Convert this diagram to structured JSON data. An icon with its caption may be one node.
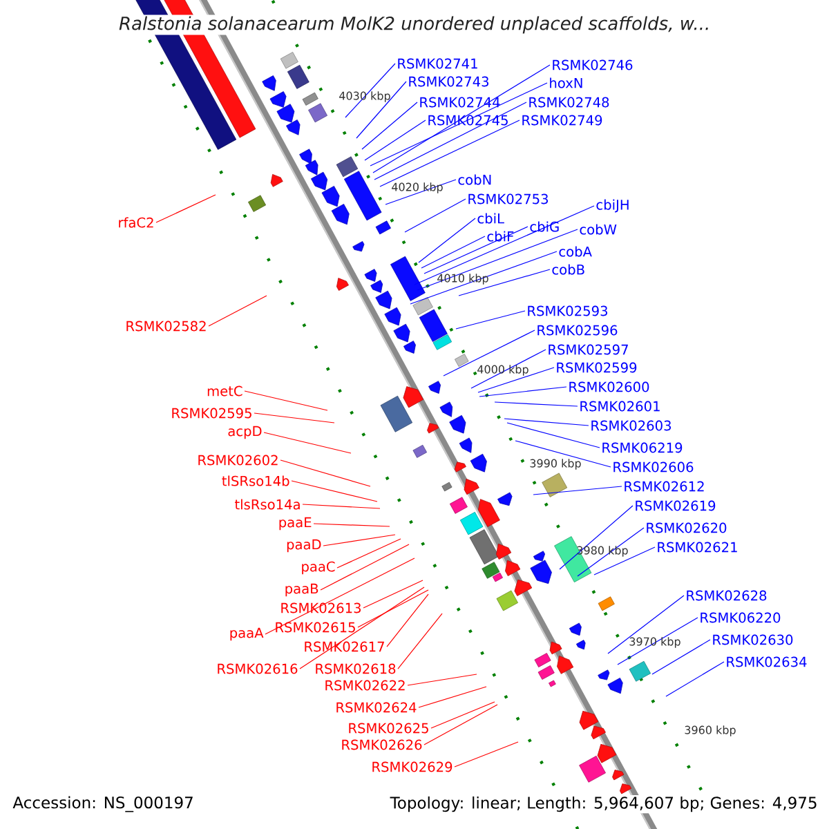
{
  "diagram": {
    "title": "*Ralstonia solanacearum* MolK2 unordered unplaced scaffolds, w...",
    "nodes": [
      {
        "text": [
          "RSMK02741"
        ]
      },
      {
        "text": [
          "RSMK02743"
        ]
      },
      {
        "text": [
          "RSMK02744"
        ]
      },
      {
        "text": [
          "RSMK02745"
        ]
      },
      {
        "text": [
          "RSMK02746"
        ]
      },
      {
        "text": [
          "hoxN"
        ]
      },
      {
        "text": [
          "RSMK02748"
        ]
      },
      {
        "text": [
          "RSMK02749"
        ]
      },
      {
        "text": [
          "cobN"
        ]
      },
      {
        "text": [
          "RSMK02753"
        ]
      },
      {
        "text": [
          "cbiL"
        ]
      },
      {
        "text": [
          "cbiF"
        ]
      },
      {
        "text": [
          "cbiG"
        ]
      },
      {
        "text": [
          "cbiJH"
        ]
      },
      {
        "text": [
          "cobW"
        ]
      },
      {
        "text": [
          "cobA"
        ]
      },
      {
        "text": [
          "cobB"
        ]
      },
      {
        "text": [
          "RSMK02593"
        ]
      },
      {
        "text": [
          "RSMK02596"
        ]
      },
      {
        "text": [
          "RSMK02597"
        ]
      },
      {
        "text": [
          "RSMK02599"
        ]
      },
      {
        "text": [
          "RSMK02600"
        ]
      },
      {
        "text": [
          "RSMK02601"
        ]
      },
      {
        "text": [
          "RSMK02603"
        ]
      },
      {
        "text": [
          "RSMK06219"
        ]
      },
      {
        "text": [
          "RSMK02606"
        ]
      },
      {
        "text": [
          "RSMK02612"
        ]
      },
      {
        "text": [
          "RSMK02619"
        ]
      },
      {
        "text": [
          "RSMK02620"
        ]
      },
      {
        "text": [
          "RSMK02621"
        ]
      },
      {
        "text": [
          "RSMK02628"
        ]
      },
      {
        "text": [
          "RSMK06220"
        ]
      },
      {
        "text": [
          "RSMK02630"
        ]
      },
      {
        "text": [
          "RSMK02634"
        ]
      },
      {
        "text": [
          "rfaC2"
        ]
      },
      {
        "text": [
          "RSMK02582"
        ]
      },
      {
        "text": [
          "metC"
        ]
      },
      {
        "text": [
          "RSMK02595"
        ]
      },
      {
        "text": [
          "acpD"
        ]
      },
      {
        "text": [
          "RSMK02602"
        ]
      },
      {
        "text": [
          "tlSRso14b"
        ]
      },
      {
        "text": [
          "tlsRso14a"
        ]
      },
      {
        "text": [
          "paaE"
        ]
      },
      {
        "text": [
          "paaD"
        ]
      },
      {
        "text": [
          "paaC"
        ]
      },
      {
        "text": [
          "paaB"
        ]
      },
      {
        "text": [
          "RSMK02613"
        ]
      },
      {
        "text": [
          "paaA"
        ]
      },
      {
        "text": [
          "RSMK02615"
        ]
      },
      {
        "text": [
          "RSMK02617"
        ]
      },
      {
        "text": [
          "RSMK02616"
        ]
      },
      {
        "text": [
          "RSMK02618"
        ]
      },
      {
        "text": [
          "RSMK02622"
        ]
      },
      {
        "text": [
          "RSMK02624"
        ]
      },
      {
        "text": [
          "RSMK02625"
        ]
      },
      {
        "text": [
          "RSMK02626"
        ]
      },
      {
        "text": [
          "RSMK02629"
        ]
      }
    ],
    "edges": [
      {
        "from": 0,
        "to": null,
        "arrow": "none"
      },
      {
        "from": 1,
        "to": null,
        "arrow": "none"
      },
      {
        "from": 2,
        "to": null,
        "arrow": "none"
      },
      {
        "from": 3,
        "to": null,
        "arrow": "none"
      },
      {
        "from": 4,
        "to": null,
        "arrow": "none"
      },
      {
        "from": 5,
        "to": null,
        "arrow": "none"
      },
      {
        "from": 6,
        "to": null,
        "arrow": "none"
      },
      {
        "from": 7,
        "to": null,
        "arrow": "none"
      },
      {
        "from": 8,
        "to": null,
        "arrow": "none"
      },
      {
        "from": 9,
        "to": null,
        "arrow": "none"
      },
      {
        "from": 10,
        "to": null,
        "arrow": "none"
      },
      {
        "from": 11,
        "to": null,
        "arrow": "none"
      },
      {
        "from": 12,
        "to": null,
        "arrow": "none"
      },
      {
        "from": 13,
        "to": null,
        "arrow": "none"
      },
      {
        "from": 14,
        "to": null,
        "arrow": "none"
      },
      {
        "from": 15,
        "to": null,
        "arrow": "none"
      },
      {
        "from": 16,
        "to": null,
        "arrow": "none"
      },
      {
        "from": 17,
        "to": null,
        "arrow": "none"
      },
      {
        "from": 18,
        "to": null,
        "arrow": "none"
      },
      {
        "from": 19,
        "to": null,
        "arrow": "none"
      },
      {
        "from": 20,
        "to": null,
        "arrow": "none"
      },
      {
        "from": 21,
        "to": null,
        "arrow": "none"
      },
      {
        "from": 22,
        "to": null,
        "arrow": "none"
      },
      {
        "from": 23,
        "to": null,
        "arrow": "none"
      },
      {
        "from": 24,
        "to": null,
        "arrow": "none"
      },
      {
        "from": 25,
        "to": null,
        "arrow": "none"
      },
      {
        "from": 26,
        "to": null,
        "arrow": "none"
      },
      {
        "from": 27,
        "to": null,
        "arrow": "none"
      },
      {
        "from": 28,
        "to": null,
        "arrow": "none"
      },
      {
        "from": 29,
        "to": null,
        "arrow": "none"
      },
      {
        "from": 30,
        "to": null,
        "arrow": "none"
      },
      {
        "from": 31,
        "to": null,
        "arrow": "none"
      },
      {
        "from": 32,
        "to": null,
        "arrow": "none"
      },
      {
        "from": 33,
        "to": null,
        "arrow": "none"
      },
      {
        "from": 34,
        "to": null,
        "arrow": "none",
        "color": "#ff0000"
      },
      {
        "from": 35,
        "to": null,
        "arrow": "none",
        "color": "#ff0000"
      },
      {
        "from": 36,
        "to": null,
        "arrow": "none",
        "color": "#ff0000"
      },
      {
        "from": 37,
        "to": null,
        "arrow": "none",
        "color": "#ff0000"
      },
      {
        "from": 38,
        "to": null,
        "arrow": "none",
        "color": "#ff0000"
      },
      {
        "from": 39,
        "to": null,
        "arrow": "none",
        "color": "#ff0000"
      },
      {
        "from": 40,
        "to": null,
        "arrow": "none",
        "color": "#ff0000"
      },
      {
        "from": 41,
        "to": null,
        "arrow": "none",
        "color": "#ff0000"
      },
      {
        "from": 42,
        "to": null,
        "arrow": "none",
        "color": "#ff0000"
      },
      {
        "from": 43,
        "to": null,
        "arrow": "none",
        "color": "#ff0000"
      },
      {
        "from": 44,
        "to": null,
        "arrow": "none",
        "color": "#ff0000"
      },
      {
        "from": 45,
        "to": null,
        "arrow": "none",
        "color": "#ff0000"
      },
      {
        "from": 46,
        "to": null,
        "arrow": "none",
        "color": "#ff0000"
      },
      {
        "from": 47,
        "to": null,
        "arrow": "none",
        "color": "#ff0000"
      },
      {
        "from": 48,
        "to": null,
        "arrow": "none",
        "color": "#ff0000"
      },
      {
        "from": 49,
        "to": null,
        "arrow": "none",
        "color": "#ff0000"
      },
      {
        "from": 50,
        "to": null,
        "arrow": "none",
        "color": "#ff0000"
      },
      {
        "from": 51,
        "to": null,
        "arrow": "none",
        "color": "#ff0000"
      },
      {
        "from": 52,
        "to": null,
        "arrow": "none",
        "color": "#ff0000"
      },
      {
        "from": 53,
        "to": null,
        "arrow": "none",
        "color": "#ff0000"
      },
      {
        "from": 54,
        "to": null,
        "arrow": "none",
        "color": "#ff0000"
      },
      {
        "from": 55,
        "to": null,
        "arrow": "none",
        "color": "#ff0000"
      },
      {
        "from": 56,
        "to": null,
        "arrow": "none",
        "color": "#ff0000"
      }
    ],
    "labels": [
      "4030 kbp",
      "4020 kbp",
      "4010 kbp",
      "4000 kbp",
      "3990 kbp",
      "3980 kbp",
      "3970 kbp",
      "3960 kbp",
      "Accession: NS_000197",
      "Topology: linear; Length: 5,964,607 bp; Genes: 4,975"
    ]
  }
}
